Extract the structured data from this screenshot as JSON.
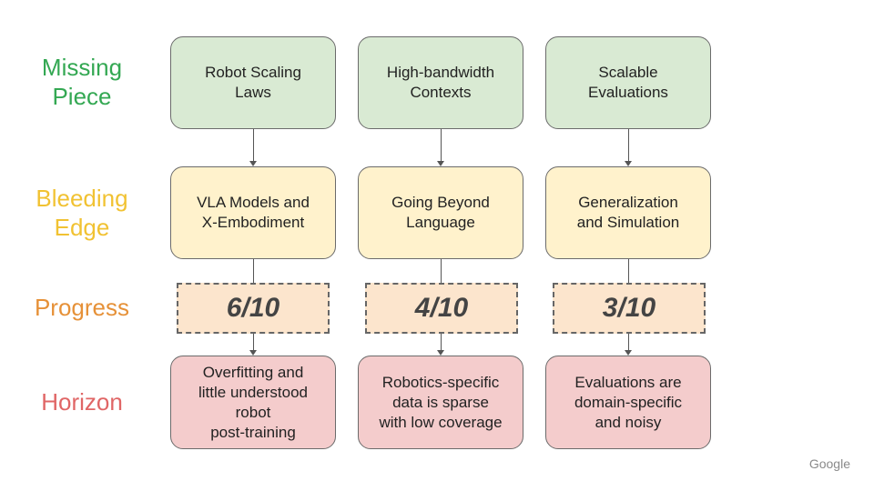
{
  "rows": {
    "missing": {
      "label": "Missing\nPiece",
      "color": "#34a853"
    },
    "bleeding": {
      "label": "Bleeding\nEdge",
      "color": "#f1c232"
    },
    "progress": {
      "label": "Progress",
      "color": "#e69138"
    },
    "horizon": {
      "label": "Horizon",
      "color": "#e06666"
    }
  },
  "columns": [
    {
      "missing": "Robot Scaling\nLaws",
      "bleeding": "VLA Models and\nX-Embodiment",
      "progress": "6/10",
      "horizon": "Overfitting and\nlittle understood\nrobot\npost-training"
    },
    {
      "missing": "High-bandwidth\nContexts",
      "bleeding": "Going Beyond\nLanguage",
      "progress": "4/10",
      "horizon": "Robotics-specific\ndata is sparse\nwith low coverage"
    },
    {
      "missing": "Scalable\nEvaluations",
      "bleeding": "Generalization\nand Simulation",
      "progress": "3/10",
      "horizon": "Evaluations are\ndomain-specific\nand noisy"
    }
  ],
  "footer": {
    "logo_text": "Google"
  }
}
